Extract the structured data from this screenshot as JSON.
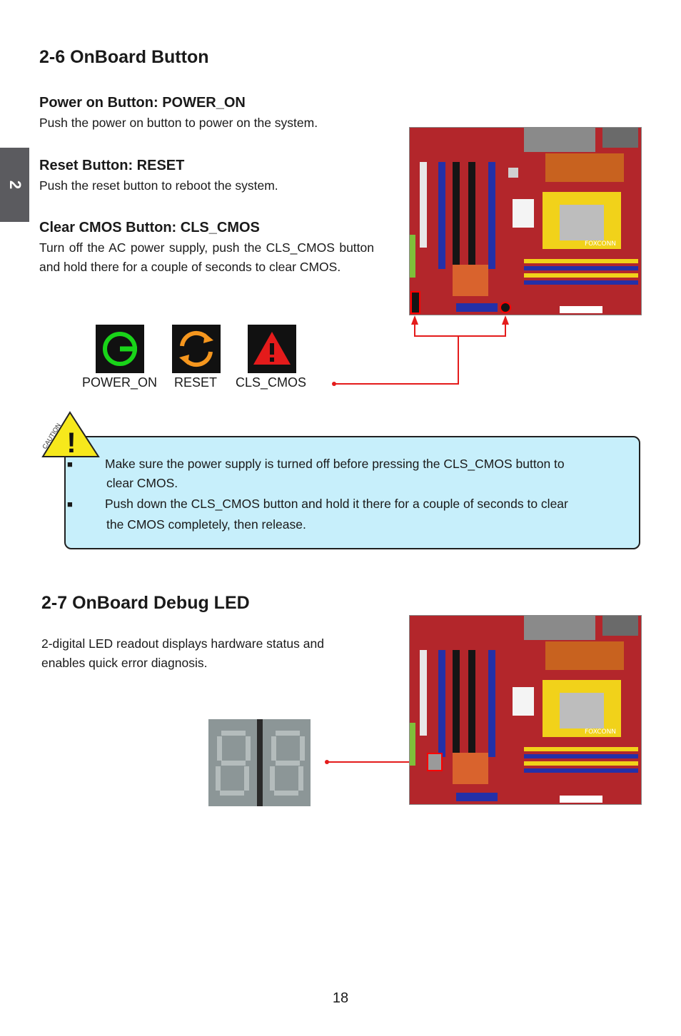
{
  "side_tab": "2",
  "section_button": {
    "title": "2-6 OnBoard Button",
    "power": {
      "heading": "Power on Button: POWER_ON",
      "text": "Push the power on button to power on the system."
    },
    "reset": {
      "heading": "Reset Button: RESET",
      "text": "Push the reset button to reboot the system."
    },
    "cmos": {
      "heading": "Clear CMOS Button: CLS_CMOS",
      "text": "Turn off the AC power supply, push the CLS_CMOS button and hold there for a couple of seconds to clear CMOS."
    },
    "buttons": [
      {
        "label": "POWER_ON",
        "icon": "power-icon",
        "color": "#19d419"
      },
      {
        "label": "RESET",
        "icon": "reset-icon",
        "color": "#f5961e"
      },
      {
        "label": "CLS_CMOS",
        "icon": "warning-icon",
        "color": "#e41b1b"
      }
    ],
    "mobo_logo": "FOXCONN"
  },
  "caution": {
    "badge": "CAUTION",
    "items": [
      {
        "line1": "Make sure the power supply is turned off before pressing the CLS_CMOS button to",
        "line2": "clear CMOS."
      },
      {
        "line1": "Push down the CLS_CMOS button and hold it there for a couple of seconds to clear",
        "line2": "the CMOS completely, then release."
      }
    ]
  },
  "section_led": {
    "title": "2-7 OnBoard Debug LED",
    "text_line1": "2-digital LED readout displays hardware status and",
    "text_line2": "enables quick error diagnosis.",
    "mobo_logo": "FOXCONN"
  },
  "page_number": "18"
}
